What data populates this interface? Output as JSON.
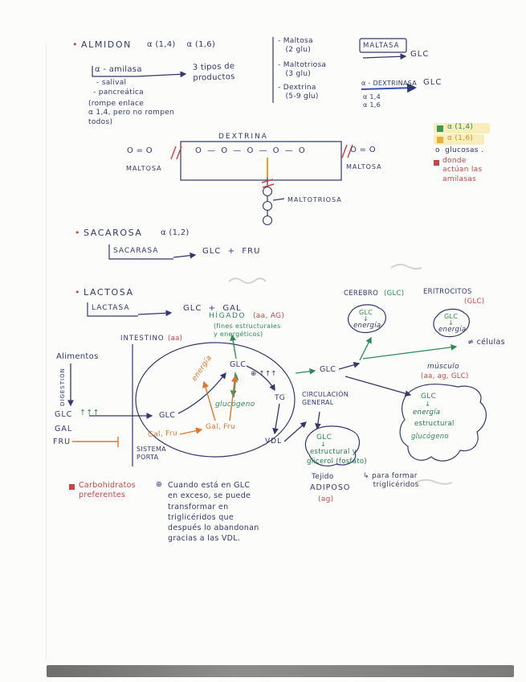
{
  "palette": {
    "ink_navy": "#32386e",
    "ink_red": "#c64545",
    "ink_green": "#2c8a57",
    "ink_orange": "#e0762e",
    "ink_gold": "#d3961f",
    "highlight_yellow": "#f6e8ae"
  },
  "glyphs": {
    "bullet": "•",
    "down_arrow": "↓",
    "note_marker": "⊕"
  },
  "almidon": {
    "title": "ALMIDON",
    "alphas": "α (1,4)    α (1,6)",
    "amilasa": "α - amilasa",
    "salival": "- salival",
    "pancreatica": "- pancreática",
    "nota": "(rompe enlace\nα 1,4, pero no rompen\ntodos)",
    "tipos": "3 tipos de\nproductos",
    "prod_maltosa": "- Maltosa\n   (2 glu)",
    "prod_maltotriosa": "- Maltotriosa\n   (3 glu)",
    "prod_dextrina": "- Dextrina\n   (5-9 glu)",
    "maltasa": "MALTASA",
    "maltasa_glc": "GLC",
    "dextrinasa": "α - DEXTRINASA",
    "dextrinasa_sub": "α 1,4\nα 1,6",
    "dextrinasa_glc": "GLC"
  },
  "legend": {
    "a14": "α (1,4)",
    "a16": "α (1,6)",
    "glucosas": "o  glucosas .",
    "amilasas": "donde\nactúan las\namilasas"
  },
  "dextrina": {
    "title": "DEXTRINA",
    "chain_left": "O = O",
    "chain_box": "O — O — O — O — O",
    "chain_right": "O = O",
    "maltosa_left": "MALTOSA",
    "maltosa_right": "MALTOSA",
    "maltotriosa": "MALTOTRIOSA"
  },
  "sacarosa": {
    "title": "SACAROSA",
    "alpha": "α (1,2)",
    "enzima": "SACARASA",
    "productos": "GLC  +  FRU"
  },
  "lactosa": {
    "title": "LACTOSA",
    "enzima": "LACTASA",
    "productos": "GLC  +  GAL"
  },
  "mapa": {
    "cerebro": "CEREBRO",
    "cerebro_glc": "(GLC)",
    "eritrocitos": "ERITROCITOS",
    "eritrocitos_glc": "(GLC)",
    "cerebro_blob_glc": "GLC",
    "cerebro_blob_energia": "energía",
    "eritrocitos_blob_glc": "GLC",
    "eritrocitos_blob_energia": "energía",
    "celulas": "≠ células",
    "higado": "HÍGADO",
    "higado_sub": "(aa, AG)",
    "higado_fines": "(fines estructurales\ny energéticos)",
    "intestino": "INTESTINO",
    "intestino_sub": "(aa)",
    "alimentos": "Alimentos",
    "digestion": "DIGESTIÓN",
    "glc_entrada": "GLC",
    "glc_flechas": "↑↑↑",
    "gal": "GAL",
    "fru": "FRU",
    "glc_nodo": "GLC",
    "galfru_porta": "Gal, Fru",
    "sistema_porta": "SISTEMA\nPORTA",
    "energia_higado": "energía",
    "glc_higado": "GLC",
    "exceso": "⊕ ↑↑↑",
    "glucogeno": "glucógeno",
    "galfru_higado": "Gal, Fru",
    "tg": "TG",
    "vdl": "VDL",
    "circulacion": "CIRCULACIÓN\nGENERAL",
    "glc_circulacion": "GLC",
    "musculo": "músculo",
    "musculo_sub": "(aa, ag, GLC)",
    "musculo_glc": "GLC",
    "musculo_energia": "energía",
    "musculo_estructural": "estructural",
    "musculo_glucogeno": "glucógeno",
    "adiposo_glc": "GLC",
    "adiposo_estructural": "estructural y",
    "adiposo_glicerol": "glicerol (fosfato)",
    "tejido": "Tejido",
    "adiposo": "ADIPOSO",
    "adiposo_sub": "(ag)",
    "para_formar": "↳ para formar\n    triglicéridos",
    "preferentes": "Carbohidratos\npreferentes",
    "nota": "Cuando está en GLC\nen exceso, se puede\ntransformar en\ntriglicéridos que\ndespués lo abandonan\ngracias a las VDL."
  }
}
